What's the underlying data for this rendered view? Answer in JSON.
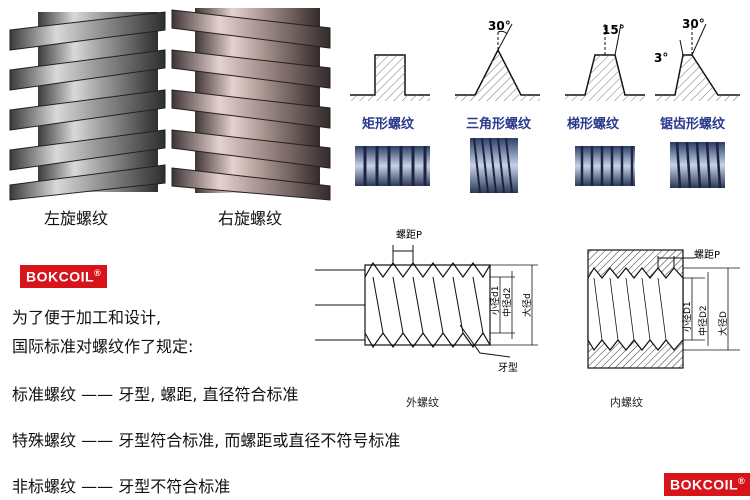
{
  "screws": {
    "left_label": "左旋螺纹",
    "right_label": "右旋螺纹"
  },
  "profiles": [
    {
      "label": "矩形螺纹",
      "angles": []
    },
    {
      "label": "三角形螺纹",
      "angles": [
        "30°"
      ]
    },
    {
      "label": "梯形螺纹",
      "angles": [
        "15°"
      ]
    },
    {
      "label": "锯齿形螺纹",
      "angles": [
        "30°",
        "3°"
      ]
    }
  ],
  "brand": {
    "name": "BOKCOIL",
    "mark": "®"
  },
  "intro": [
    "为了便于加工和设计,",
    "国际标准对螺纹作了规定:"
  ],
  "definitions": [
    {
      "term": "标准螺纹",
      "dash": "——",
      "desc": "牙型, 螺距, 直径符合标准"
    },
    {
      "term": "特殊螺纹",
      "dash": "——",
      "desc": "牙型符合标准, 而螺距或直径不符号标准"
    },
    {
      "term": "非标螺纹",
      "dash": "——",
      "desc": "牙型不符合标准"
    }
  ],
  "external": {
    "caption": "外螺纹",
    "pitch": "螺距P",
    "profile": "牙型",
    "dims": [
      "小径d1",
      "中径d2",
      "大径d"
    ]
  },
  "internal": {
    "caption": "内螺纹",
    "pitch": "螺距P",
    "dims": [
      "小径D1",
      "中径D2",
      "大径D"
    ]
  }
}
